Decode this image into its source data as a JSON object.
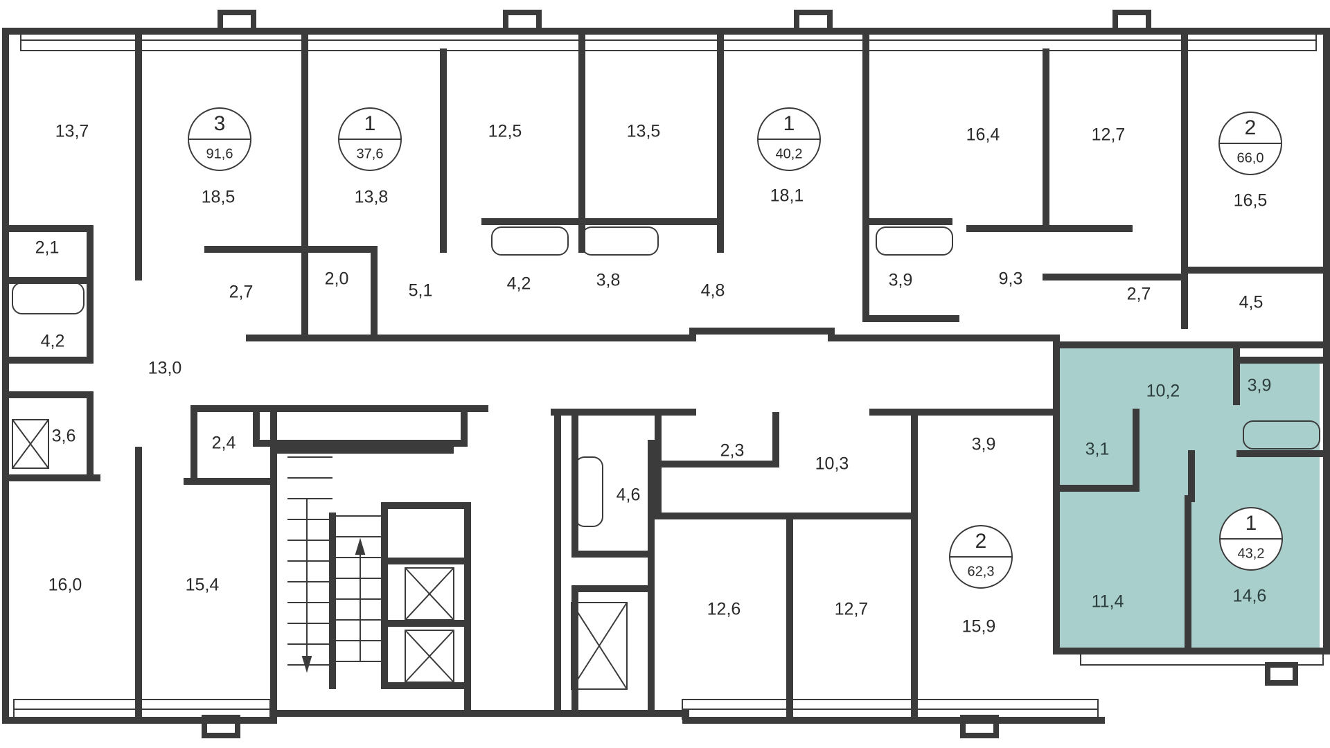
{
  "highlight_color": "#a9cfcc",
  "wall_color": "#3b3b3b",
  "apartments": [
    {
      "rooms": "3",
      "area": "91,6"
    },
    {
      "rooms": "1",
      "area": "37,6"
    },
    {
      "rooms": "1",
      "area": "40,2"
    },
    {
      "rooms": "2",
      "area": "66,0"
    },
    {
      "rooms": "2",
      "area": "62,3"
    },
    {
      "rooms": "1",
      "area": "43,2"
    }
  ],
  "rooms": [
    "13,7",
    "18,5",
    "13,8",
    "12,5",
    "13,5",
    "18,1",
    "16,4",
    "12,7",
    "16,5",
    "2,1",
    "2,7",
    "2,0",
    "5,1",
    "4,2",
    "3,8",
    "4,8",
    "3,9",
    "9,3",
    "2,7",
    "4,5",
    "4,2",
    "13,0",
    "3,6",
    "2,4",
    "10,2",
    "3,9",
    "3,1",
    "11,4",
    "14,6",
    "2,3",
    "10,3",
    "3,9",
    "4,6",
    "12,6",
    "12,7",
    "15,9",
    "16,0",
    "15,4"
  ]
}
